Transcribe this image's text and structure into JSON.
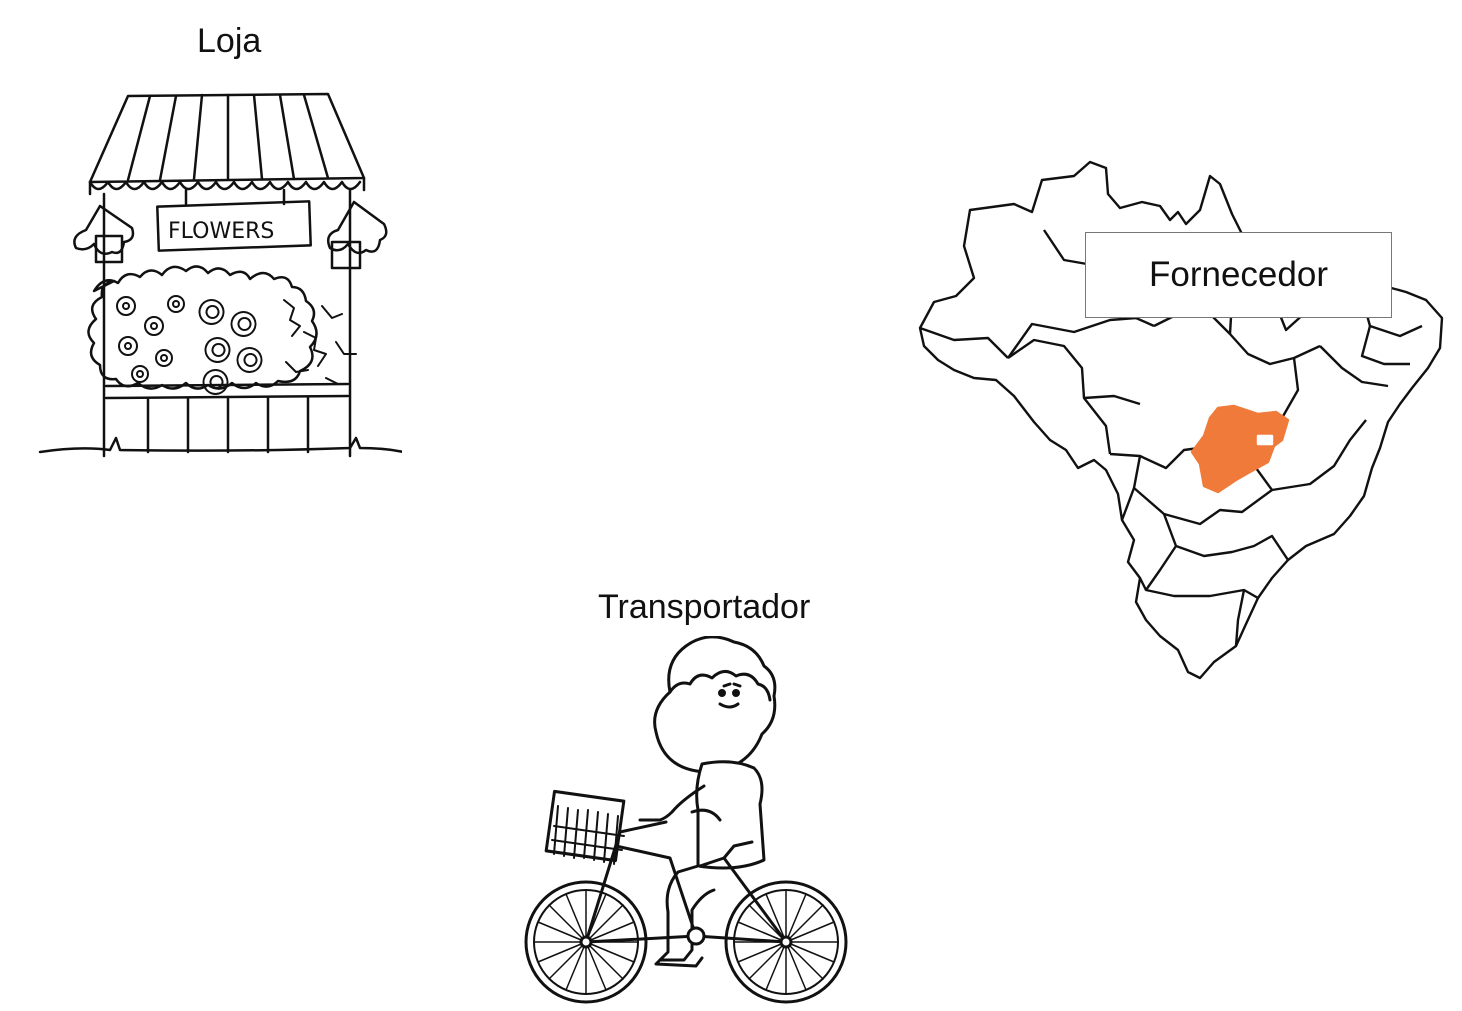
{
  "labels": {
    "shop": "Loja",
    "transporter": "Transportador",
    "supplier": "Fornecedor"
  },
  "shop_sign": "FLOWERS",
  "colors": {
    "highlight_state": "#f07a3a",
    "ink": "#111111",
    "label_border": "#777777"
  },
  "icons": [
    "flower-shop-icon",
    "brazil-map-icon",
    "cyclist-delivery-icon"
  ]
}
